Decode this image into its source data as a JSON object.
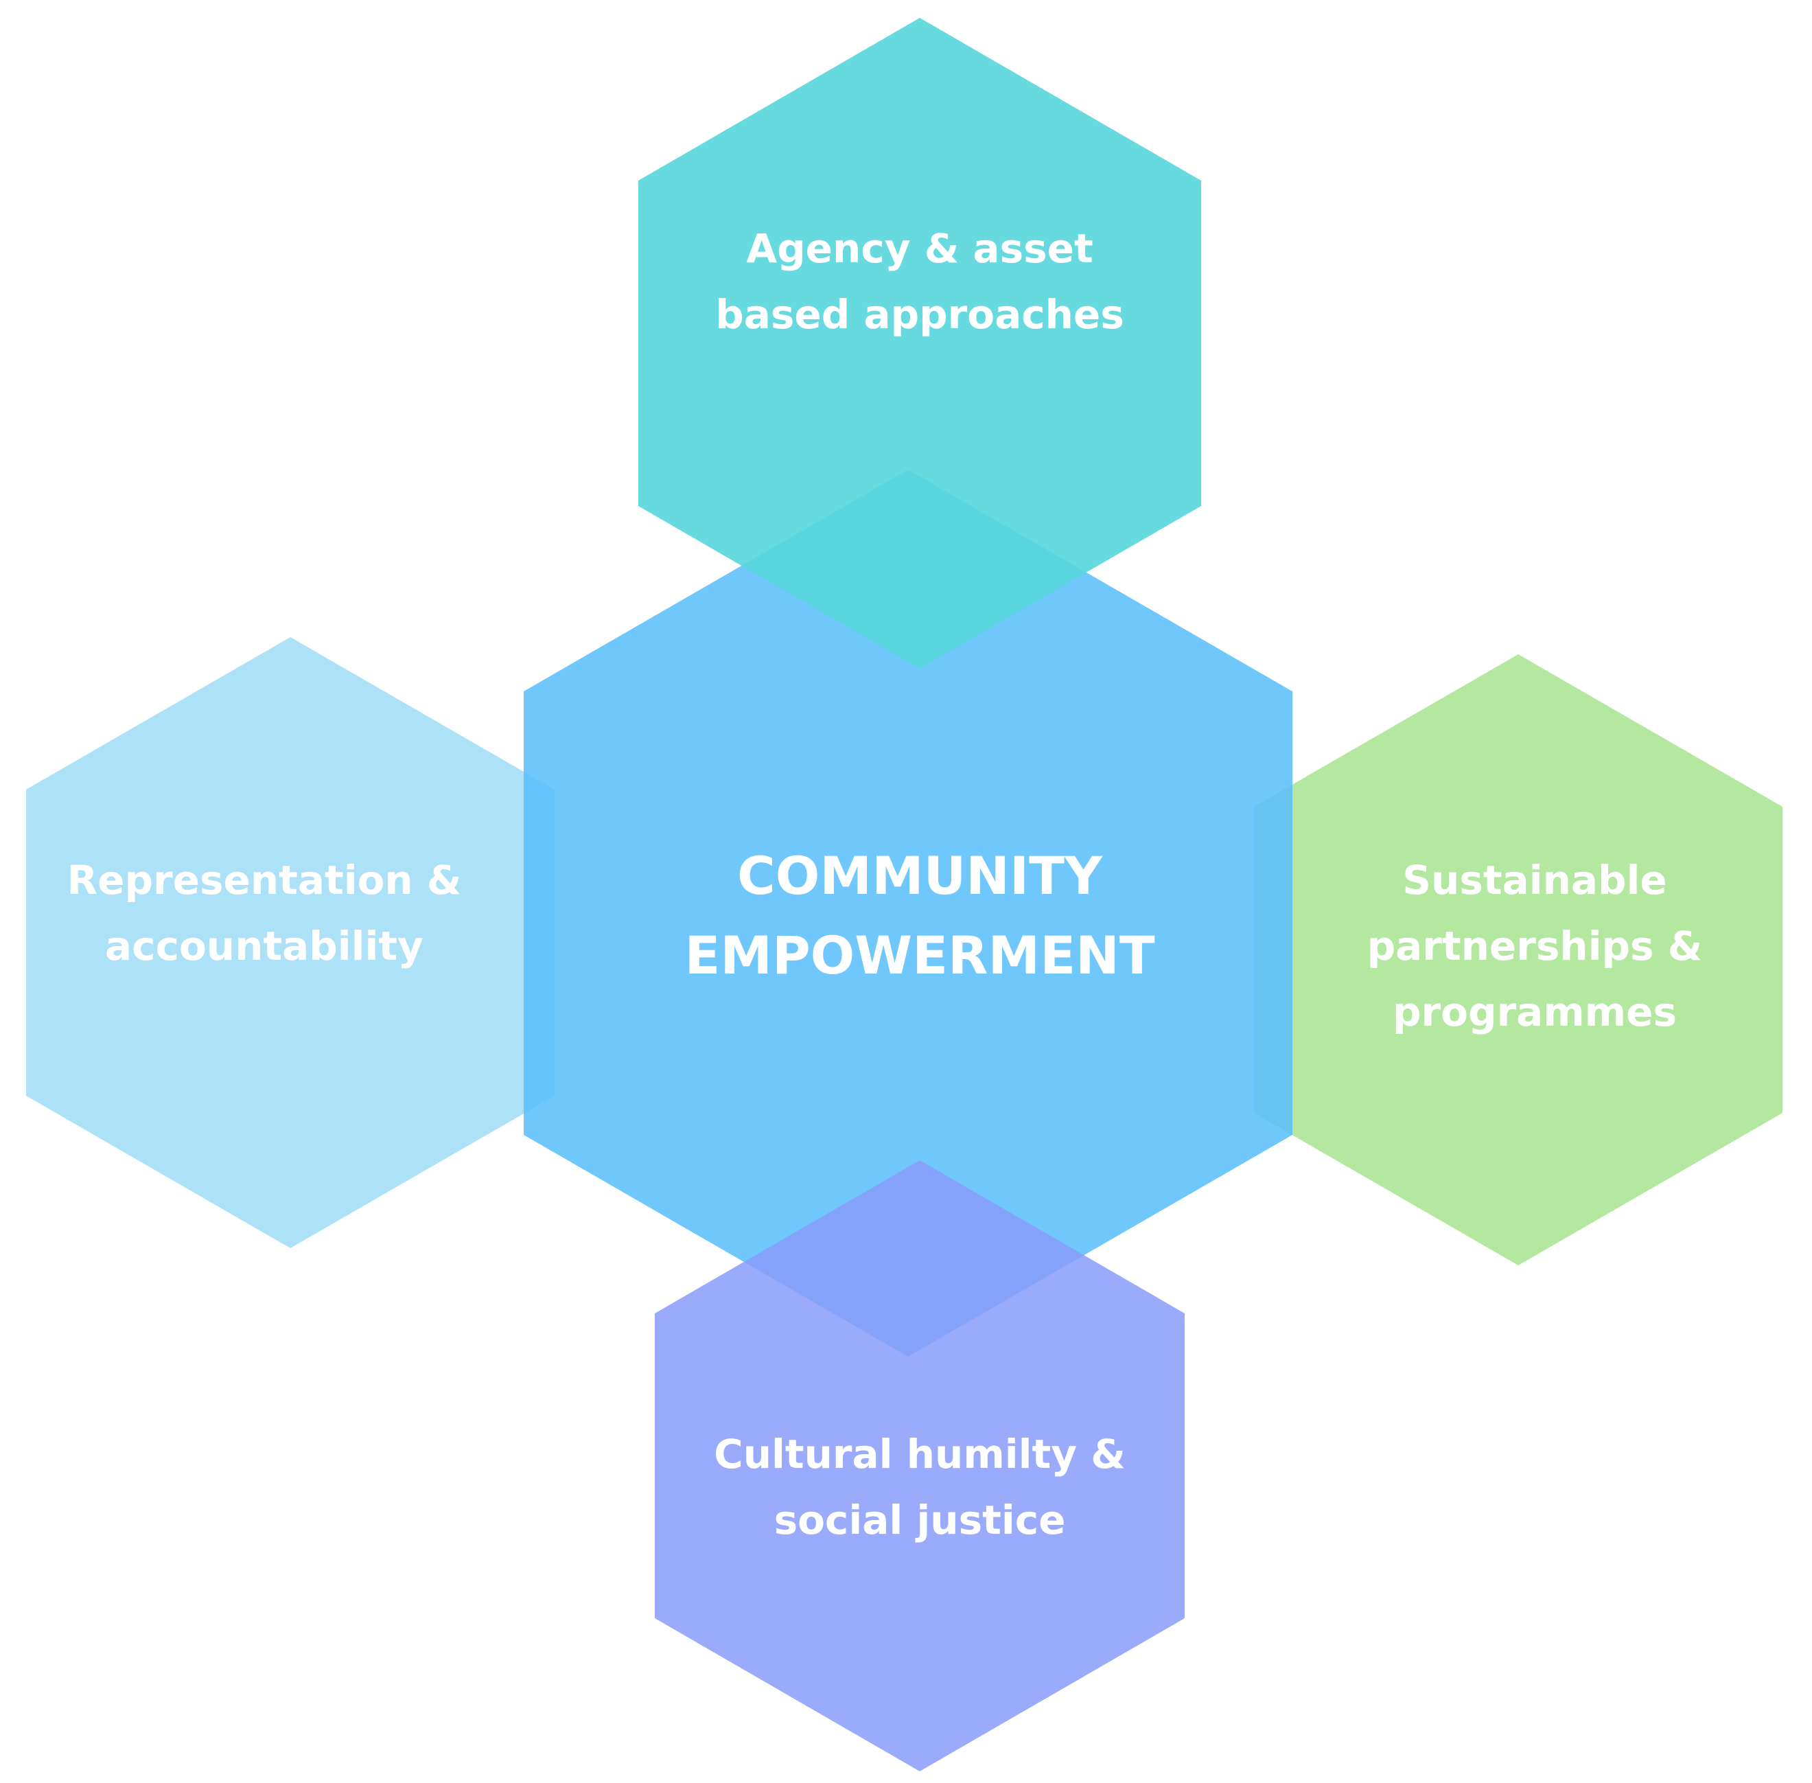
{
  "diagram": {
    "center": {
      "line1": "COMMUNITY",
      "line2": "EMPOWERMENT",
      "color": "#5CBFFC"
    },
    "top": {
      "line1": "Agency & asset",
      "line2": "based approaches",
      "color": "#56D6DD"
    },
    "left": {
      "line1": "Representation &",
      "line2": "accountability",
      "color": "#A4DEF7"
    },
    "right": {
      "line1": "Sustainable",
      "line2": "partnerships &",
      "line3": "programmes",
      "color": "#A7E38F"
    },
    "bottom": {
      "line1": "Cultural humilty &",
      "line2": "social justice",
      "color": "#8A9CFA"
    }
  }
}
